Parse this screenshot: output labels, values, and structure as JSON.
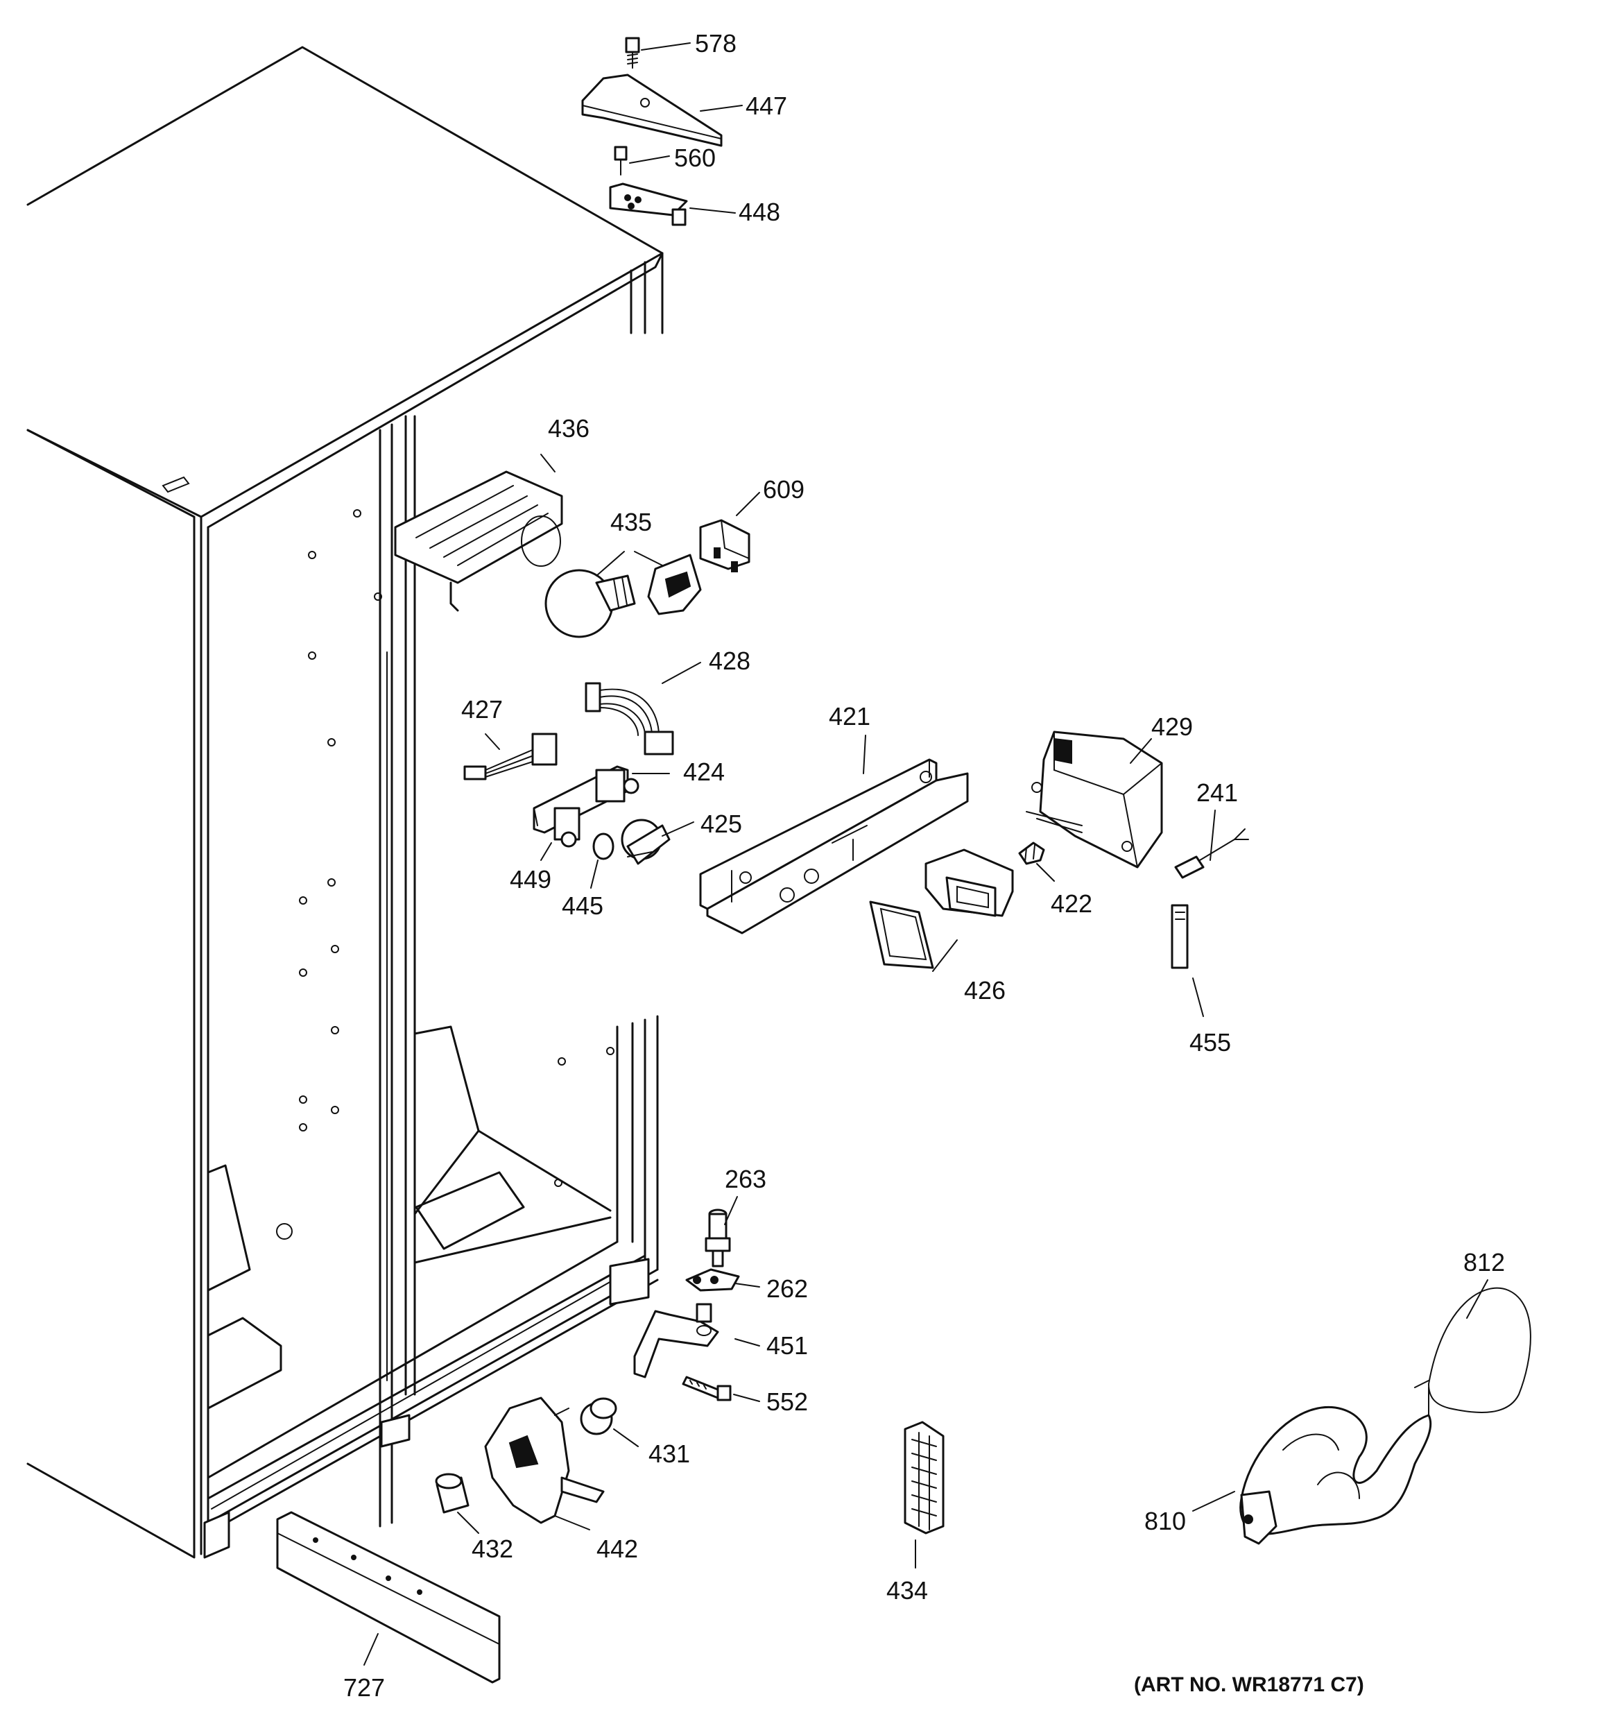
{
  "callouts": {
    "c578": "578",
    "c447": "447",
    "c560": "560",
    "c448": "448",
    "c436": "436",
    "c609": "609",
    "c435": "435",
    "c428": "428",
    "c427": "427",
    "c421": "421",
    "c429": "429",
    "c424": "424",
    "c241": "241",
    "c425": "425",
    "c449": "449",
    "c445": "445",
    "c422": "422",
    "c426": "426",
    "c455": "455",
    "c263": "263",
    "c262": "262",
    "c451": "451",
    "c552": "552",
    "c812": "812",
    "c431": "431",
    "c432": "432",
    "c442": "442",
    "c434": "434",
    "c810": "810",
    "c727": "727"
  },
  "art_number": "(ART NO. WR18771 C7)"
}
